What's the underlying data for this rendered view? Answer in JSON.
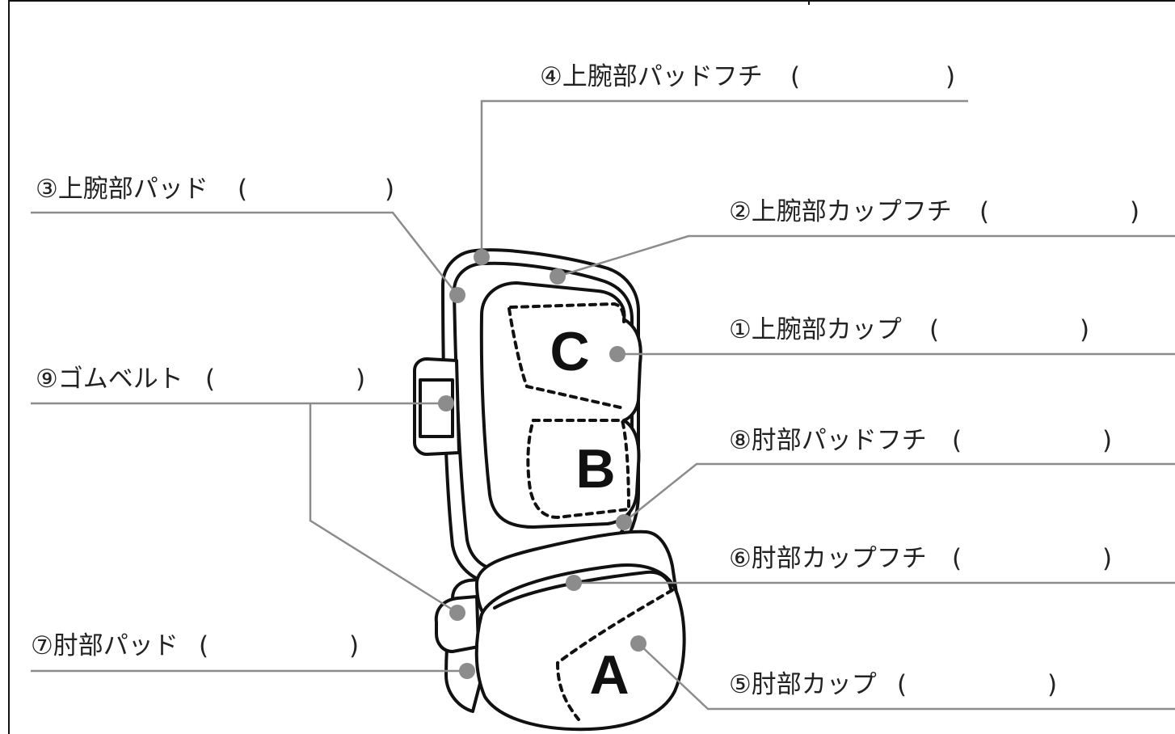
{
  "diagram": {
    "parts": [
      {
        "id": "p4",
        "label": "④上腕部パッドフチ",
        "open": "(",
        "close": ")"
      },
      {
        "id": "p3",
        "label": "③上腕部パッド",
        "open": "(",
        "close": ")"
      },
      {
        "id": "p2",
        "label": "②上腕部カップフチ",
        "open": "(",
        "close": ")"
      },
      {
        "id": "p1",
        "label": "①上腕部カップ",
        "open": "(",
        "close": ")"
      },
      {
        "id": "p9",
        "label": "⑨ゴムベルト",
        "open": "(",
        "close": ")"
      },
      {
        "id": "p8",
        "label": "⑧肘部パッドフチ",
        "open": "(",
        "close": ")"
      },
      {
        "id": "p6",
        "label": "⑥肘部カップフチ",
        "open": "(",
        "close": ")"
      },
      {
        "id": "p7",
        "label": "⑦肘部パッド",
        "open": "(",
        "close": ")"
      },
      {
        "id": "p5",
        "label": "⑤肘部カップ",
        "open": "(",
        "close": ")"
      }
    ],
    "zones": {
      "upper": "C",
      "middle": "B",
      "lower": "A"
    },
    "colors": {
      "outline": "#111111",
      "leader": "#8c8c8c",
      "dot": "#8c8c8c",
      "text": "#222222",
      "fill": "#ffffff"
    }
  }
}
